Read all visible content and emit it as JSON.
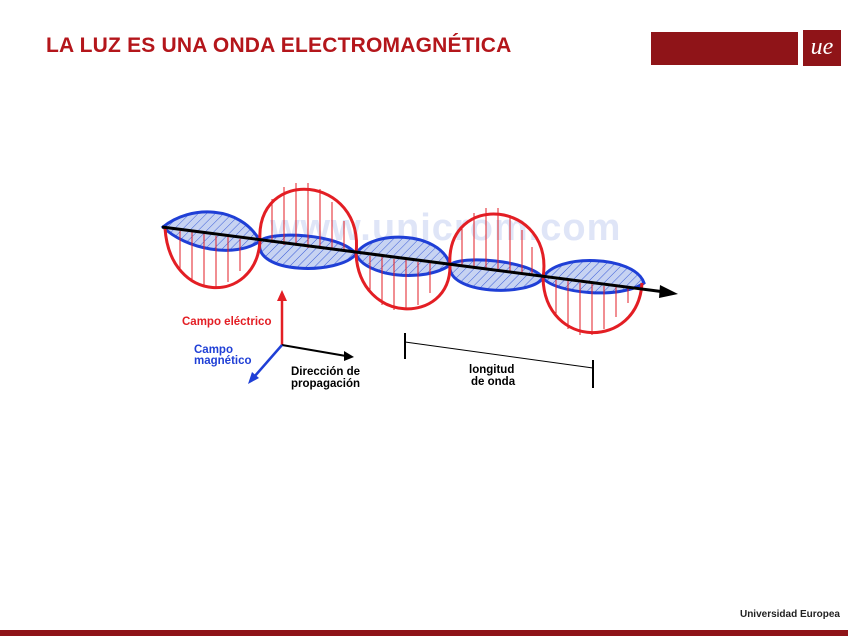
{
  "header": {
    "title": "LA LUZ ES UNA ONDA ELECTROMAGNÉTICA",
    "logo_text": "ue",
    "brand_color": "#8f1418",
    "title_color": "#b4161b"
  },
  "diagram": {
    "watermark": "www.unicrom.com",
    "labels": {
      "electric_field": "Campo eléctrico",
      "magnetic_field_line1": "Campo",
      "magnetic_field_line2": "magnético",
      "propagation_line1": "Dirección de",
      "propagation_line2": "propagación",
      "wavelength_line1": "longitud",
      "wavelength_line2": "de onda"
    },
    "colors": {
      "electric": "#e31e24",
      "magnetic": "#1f3fd6",
      "magnetic_fill": "#b9c8f0",
      "axis": "#000000"
    }
  },
  "footer": {
    "institution": "Universidad Europea"
  }
}
